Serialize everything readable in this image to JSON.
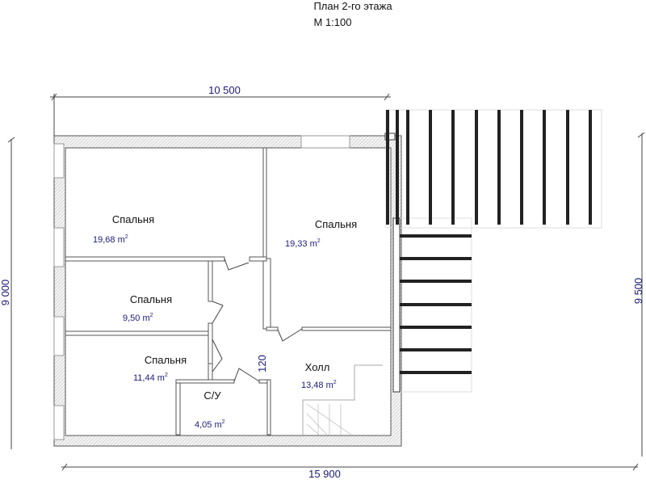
{
  "title": {
    "line1": "План 2-го этажа",
    "line2": "М 1:100"
  },
  "dimensions": {
    "top": "10 500",
    "bottom": "15 900",
    "left": "9 000",
    "right": "9 500",
    "corridor": "120"
  },
  "rooms": [
    {
      "name": "Спальня",
      "area": "19,68 m",
      "sup": "2"
    },
    {
      "name": "Спальня",
      "area": "19,33 m",
      "sup": "2"
    },
    {
      "name": "Спальня",
      "area": "9,50 m",
      "sup": "2"
    },
    {
      "name": "Спальня",
      "area": "11,44 m",
      "sup": "2"
    },
    {
      "name": "С/У",
      "area": "4,05 m",
      "sup": "2"
    },
    {
      "name": "Холл",
      "area": "13,48 m",
      "sup": "2"
    }
  ]
}
